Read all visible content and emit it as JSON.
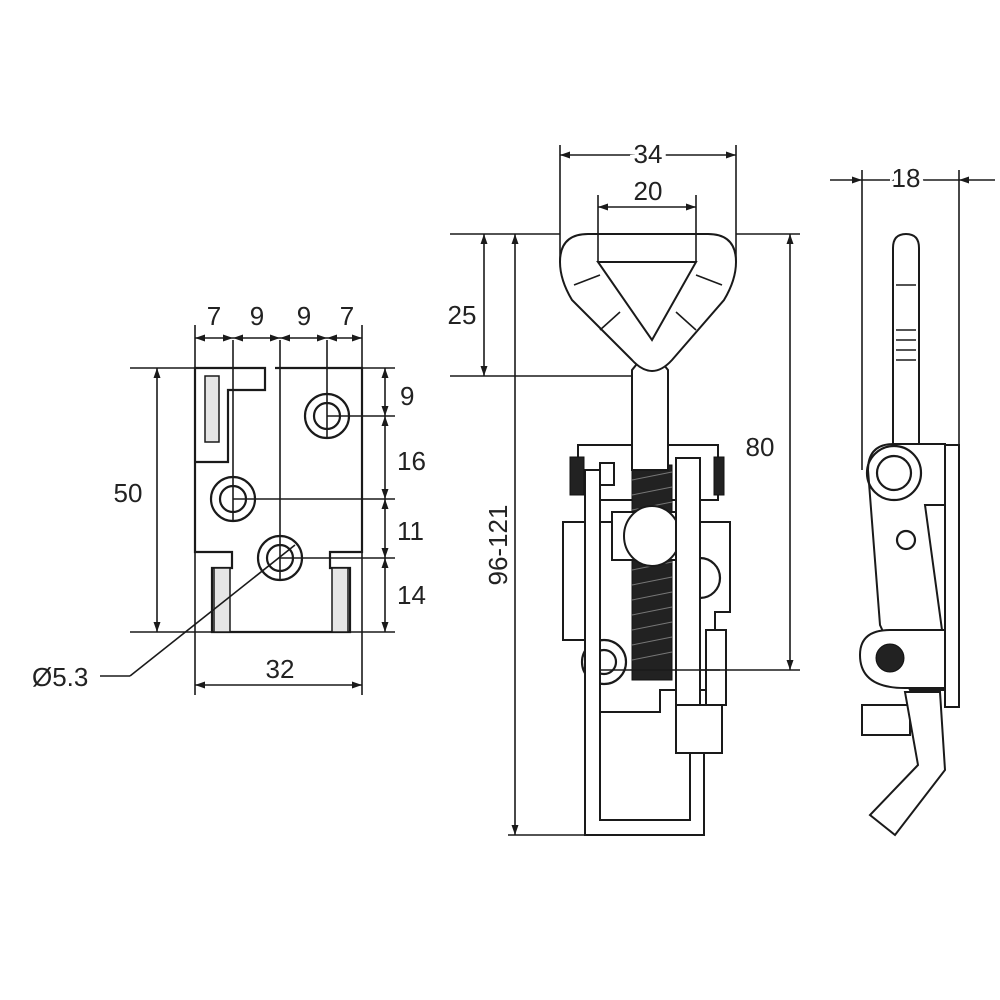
{
  "dimensions": {
    "left_view": {
      "top_7a": "7",
      "top_9a": "9",
      "top_9b": "9",
      "top_7b": "7",
      "height_50": "50",
      "right_9": "9",
      "right_16": "16",
      "right_11": "11",
      "right_14": "14",
      "hole_dia": "Ø5.3",
      "width_32": "32"
    },
    "front_view": {
      "width_34": "34",
      "width_20": "20",
      "loop_25": "25",
      "height_80": "80",
      "overall_range": "96-121"
    },
    "side_view": {
      "thickness_18": "18"
    }
  },
  "colors": {
    "line": "#1a1a1a",
    "part_shade": "#e6e6e6",
    "thread": "#222222"
  }
}
